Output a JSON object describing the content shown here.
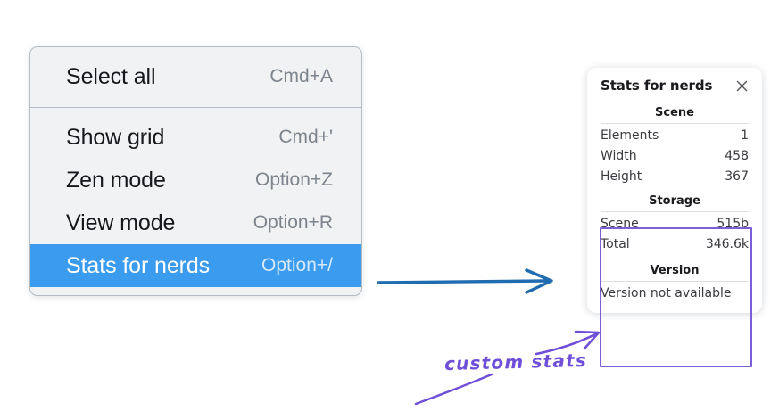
{
  "context_menu": {
    "groups": [
      {
        "items": [
          {
            "label": "Select all",
            "shortcut": "Cmd+A",
            "selected": false
          }
        ]
      },
      {
        "items": [
          {
            "label": "Show grid",
            "shortcut": "Cmd+'",
            "selected": false
          },
          {
            "label": "Zen mode",
            "shortcut": "Option+Z",
            "selected": false
          },
          {
            "label": "View mode",
            "shortcut": "Option+R",
            "selected": false
          },
          {
            "label": "Stats for nerds",
            "shortcut": "Option+/",
            "selected": true
          }
        ]
      }
    ],
    "selected_color": "#3a9bef"
  },
  "stats_panel": {
    "title": "Stats for nerds",
    "close_icon": "close-icon",
    "sections": [
      {
        "heading": "Scene",
        "rows": [
          {
            "key": "Elements",
            "value": "1"
          },
          {
            "key": "Width",
            "value": "458"
          },
          {
            "key": "Height",
            "value": "367"
          }
        ]
      },
      {
        "heading": "Storage",
        "rows": [
          {
            "key": "Scene",
            "value": "515b"
          },
          {
            "key": "Total",
            "value": "346.6k"
          }
        ]
      },
      {
        "heading": "Version",
        "single_line": "Version not available"
      }
    ]
  },
  "annotations": {
    "custom_stats_label": "custom stats",
    "highlight_color": "#7b5fd6",
    "arrow_color": "#1f6cb0"
  }
}
